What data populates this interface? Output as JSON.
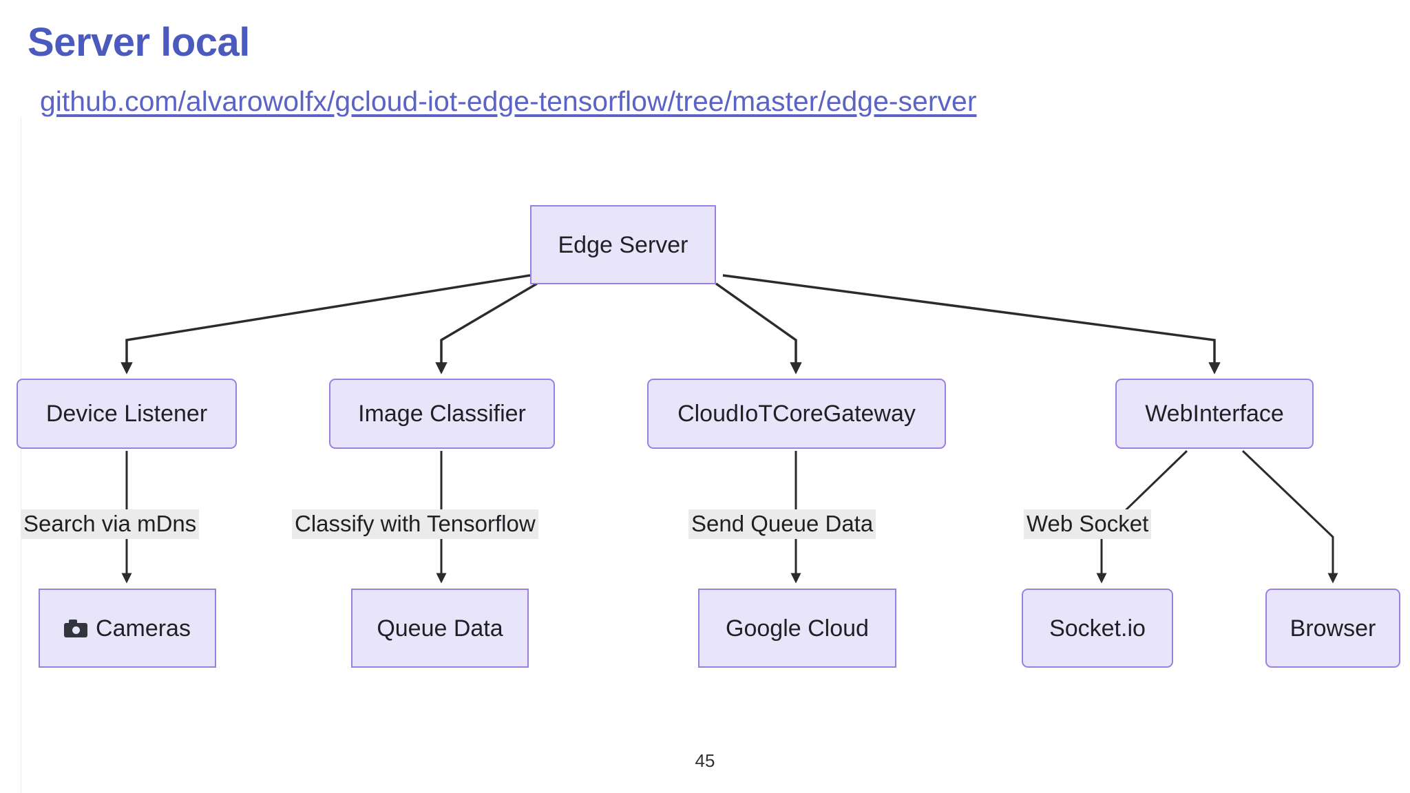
{
  "slide": {
    "title": "Server local",
    "link": "github.com/alvarowolfx/gcloud-iot-edge-tensorflow/tree/master/edge-server",
    "page_number": "45"
  },
  "colors": {
    "title": "#4a5bbd",
    "link": "#5b63c4",
    "node_fill": "#e8e4f9",
    "node_border": "#9a7ee0",
    "connector": "#2b2b2b",
    "edge_label_bg": "#ebebeb"
  },
  "diagram": {
    "type": "flowchart",
    "root": {
      "id": "edge-server",
      "label": "Edge Server",
      "shape": "rect"
    },
    "nodes": [
      {
        "id": "edge-server",
        "label": "Edge Server",
        "shape": "rect",
        "icon": null
      },
      {
        "id": "device-listener",
        "label": "Device Listener",
        "shape": "rounded-rect",
        "icon": null
      },
      {
        "id": "image-classifier",
        "label": "Image Classifier",
        "shape": "rounded-rect",
        "icon": null
      },
      {
        "id": "cloudiotcoregateway",
        "label": "CloudIoTCoreGateway",
        "shape": "rounded-rect",
        "icon": null
      },
      {
        "id": "webinterface",
        "label": "WebInterface",
        "shape": "rounded-rect",
        "icon": null
      },
      {
        "id": "cameras",
        "label": "Cameras",
        "shape": "rect",
        "icon": "camera-icon"
      },
      {
        "id": "queue-data",
        "label": "Queue Data",
        "shape": "rect",
        "icon": null
      },
      {
        "id": "google-cloud",
        "label": "Google Cloud",
        "shape": "rect",
        "icon": null
      },
      {
        "id": "socket-io",
        "label": "Socket.io",
        "shape": "rounded-rect",
        "icon": null
      },
      {
        "id": "browser",
        "label": "Browser",
        "shape": "rounded-rect",
        "icon": null
      }
    ],
    "edges": [
      {
        "from": "edge-server",
        "to": "device-listener",
        "label": ""
      },
      {
        "from": "edge-server",
        "to": "image-classifier",
        "label": ""
      },
      {
        "from": "edge-server",
        "to": "cloudiotcoregateway",
        "label": ""
      },
      {
        "from": "edge-server",
        "to": "webinterface",
        "label": ""
      },
      {
        "from": "device-listener",
        "to": "cameras",
        "label": "Search via mDns"
      },
      {
        "from": "image-classifier",
        "to": "queue-data",
        "label": "Classify with Tensorflow"
      },
      {
        "from": "cloudiotcoregateway",
        "to": "google-cloud",
        "label": "Send Queue Data"
      },
      {
        "from": "webinterface",
        "to": "socket-io",
        "label": "Web Socket"
      },
      {
        "from": "webinterface",
        "to": "browser",
        "label": ""
      }
    ],
    "edge_labels": [
      {
        "id": "search-via-mdns",
        "text": "Search via mDns"
      },
      {
        "id": "classify-with-tensorflow",
        "text": "Classify with Tensorflow"
      },
      {
        "id": "send-queue-data",
        "text": "Send Queue Data"
      },
      {
        "id": "web-socket",
        "text": "Web Socket"
      }
    ]
  }
}
